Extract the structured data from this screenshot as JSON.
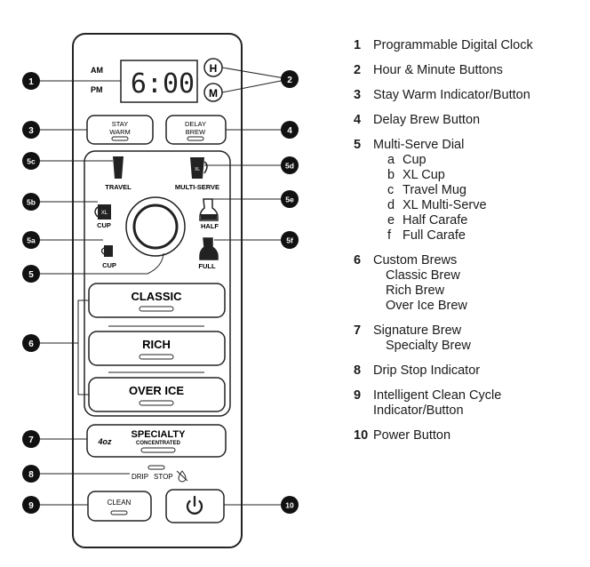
{
  "panel": {
    "clock": {
      "am": "AM",
      "pm": "PM",
      "time": "6:00",
      "hour_btn": "H",
      "minute_btn": "M"
    },
    "stay_warm": [
      "STAY",
      "WARM"
    ],
    "delay_brew": [
      "DELAY",
      "BREW"
    ],
    "dial": {
      "travel": "TRAVEL",
      "multi_serve": "MULTI-SERVE",
      "cup_xl": "CUP",
      "cup": "CUP",
      "half": "HALF",
      "full": "FULL",
      "xl_mark": "XL"
    },
    "brews": {
      "classic": "CLASSIC",
      "rich": "RICH",
      "over_ice": "OVER ICE"
    },
    "specialty": {
      "size": "4oz",
      "title": "SPECIALTY",
      "subtitle": "CONCENTRATED"
    },
    "drip_stop": [
      "DRIP",
      "STOP"
    ],
    "clean": "CLEAN"
  },
  "callouts": {
    "c1": "1",
    "c2": "2",
    "c3": "3",
    "c4": "4",
    "c5c": "5c",
    "c5d": "5d",
    "c5b": "5b",
    "c5e": "5e",
    "c5a": "5a",
    "c5f": "5f",
    "c5": "5",
    "c6": "6",
    "c7": "7",
    "c8": "8",
    "c9": "9",
    "c10": "10"
  },
  "legend": [
    {
      "num": "1",
      "text": "Programmable Digital Clock"
    },
    {
      "num": "2",
      "text": "Hour & Minute Buttons"
    },
    {
      "num": "3",
      "text": "Stay Warm Indicator/Button"
    },
    {
      "num": "4",
      "text": "Delay Brew Button"
    },
    {
      "num": "5",
      "text": "Multi-Serve Dial",
      "sub": [
        [
          "a",
          "Cup"
        ],
        [
          "b",
          "XL Cup"
        ],
        [
          "c",
          "Travel Mug"
        ],
        [
          "d",
          "XL Multi-Serve"
        ],
        [
          "e",
          "Half Carafe"
        ],
        [
          "f",
          "Full Carafe"
        ]
      ]
    },
    {
      "num": "6",
      "text": "Custom Brews",
      "sub2": [
        "Classic Brew",
        "Rich Brew",
        "Over Ice Brew"
      ]
    },
    {
      "num": "7",
      "text": "Signature Brew",
      "sub2": [
        "Specialty Brew"
      ]
    },
    {
      "num": "8",
      "text": "Drip Stop Indicator"
    },
    {
      "num": "9",
      "text": "Intelligent Clean Cycle",
      "cont": "Indicator/Button"
    },
    {
      "num": "10",
      "text": "Power Button"
    }
  ]
}
